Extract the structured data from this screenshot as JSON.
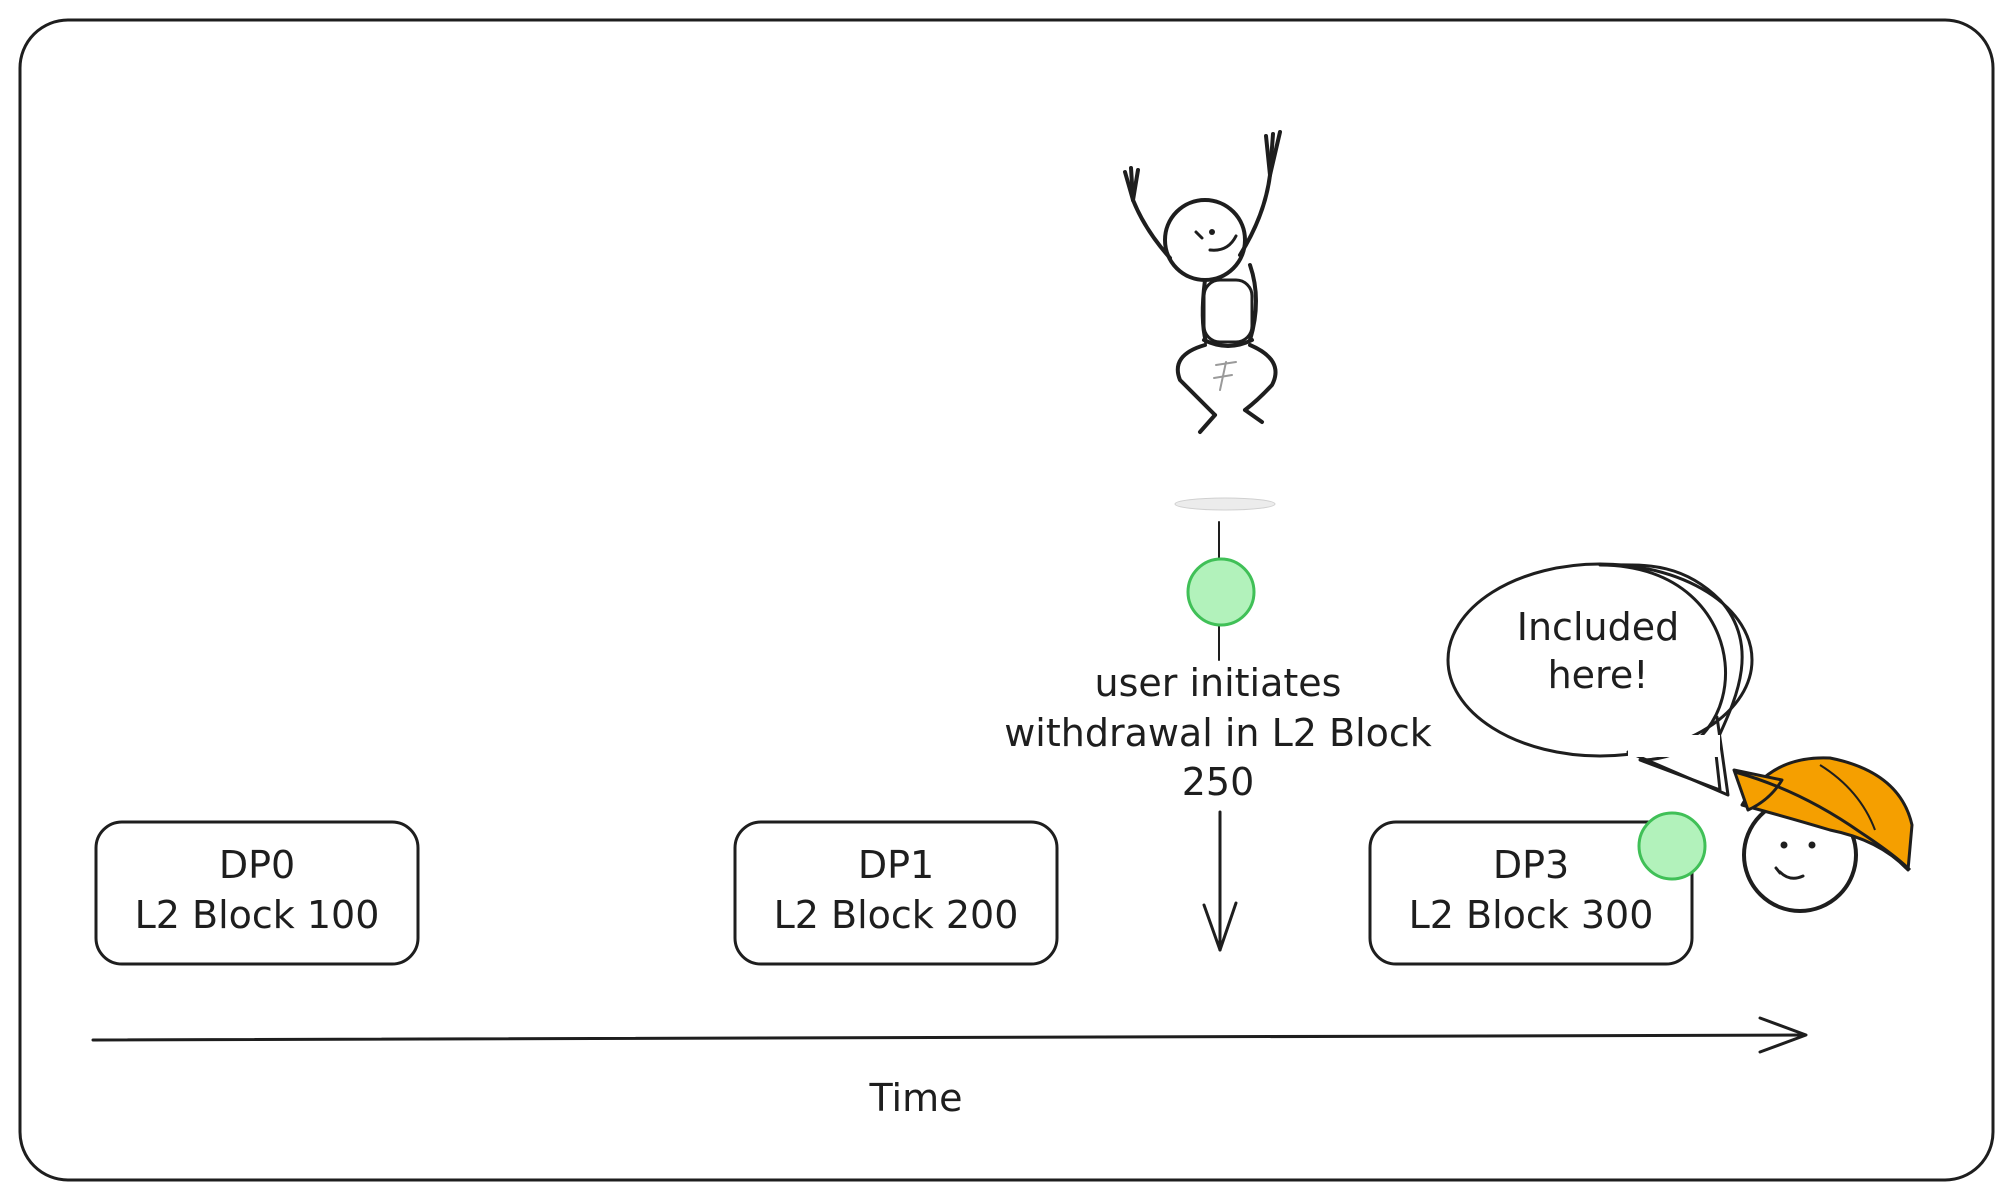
{
  "timeline": {
    "axis_label": "Time"
  },
  "checkpoints": [
    {
      "line1": "DP0",
      "line2": "L2 Block 100"
    },
    {
      "line1": "DP1",
      "line2": "L2 Block 200"
    },
    {
      "line1": "DP3",
      "line2": "L2 Block 300"
    }
  ],
  "event": {
    "line1": "user initiates",
    "line2": "withdrawal in L2 Block",
    "line3": "250"
  },
  "speech_bubble": {
    "line1": "Included",
    "line2": "here!"
  },
  "colors": {
    "marker_fill": "#b2f2bb",
    "marker_stroke": "#40c057",
    "hard_hat": "#f59f00",
    "ink": "#1e1e1e"
  },
  "icons": [
    "jumping-stick-figure",
    "hard-hat-character"
  ]
}
